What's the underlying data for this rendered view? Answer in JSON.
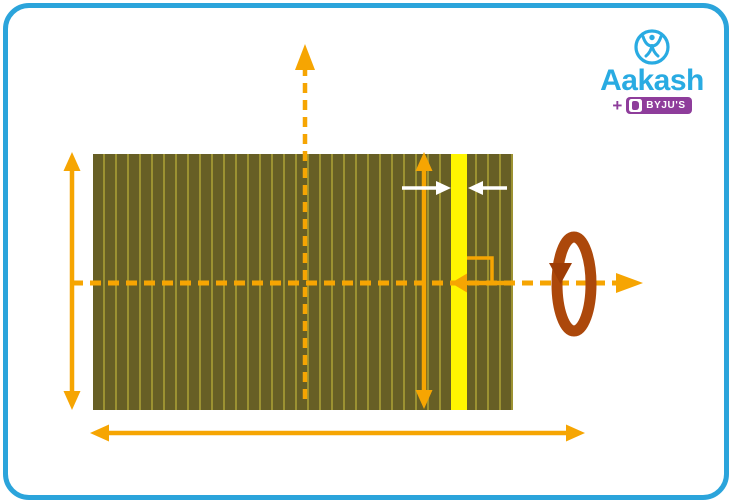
{
  "colors": {
    "bg": "#ffffff",
    "frame": "#2BA4DB",
    "orange": "#F6A502",
    "olive": "#675F25",
    "stripe": "#9C9232",
    "strip": "#FFF500",
    "white": "#ffffff",
    "brown": "#AC480B",
    "brownDark": "#9E3D06",
    "logoBlue": "#29ABE2",
    "logoPurple": "#8E3D9B"
  },
  "logo": {
    "brand": "Aakash",
    "plus": "+",
    "partner": "BYJU'S"
  },
  "diagram": {
    "parts": {
      "plate": "striped-rectangular-plate",
      "strip": "highlighted-elemental-strip",
      "vertical_axis": "dashed-vertical-axis-arrow",
      "rotation_axis": "dashed-horizontal-rotation-axis-arrow",
      "height_dimension": "double-headed-height-arrow",
      "width_dimension": "double-headed-width-arrow",
      "strip_length": "double-headed-strip-length-arrow",
      "strip_width": "white-strip-width-arrows",
      "perpendicular_mark": "right-angle-mark",
      "distance_pointer": "left-arrow-on-rotation-axis",
      "rotation_indicator": "rotation-direction-ellipse-arrow"
    }
  }
}
